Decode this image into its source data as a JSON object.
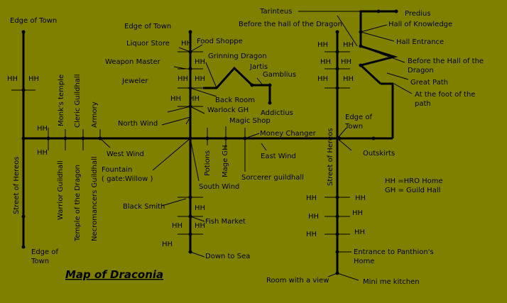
{
  "title": "Map of Draconia",
  "legend": {
    "hh": "HH =HRO Home",
    "gh": "GH = Guild Hall"
  },
  "labels": {
    "edge_of_town_nw": "Edge of Town",
    "edge_of_town_sw": "Edge of\nTown",
    "edge_of_town_center": "Edge of Town",
    "street_of_hereos_west": "Street of Hereos",
    "street_of_hereos_east": "Street of Hereos",
    "liquor_store": "Liquor Store",
    "food_shoppe": "Food Shoppe",
    "grinning_dragon": "Grinning Dragon",
    "weapon_master": "Weapon Master",
    "jartis": "Jartis",
    "gamblius": "Gamblius",
    "jeweler": "Jeweler",
    "back_room": "Back Room",
    "warlock_gh": "Warlock GH",
    "addictius": "Addictius",
    "magic_shop": "Magic Shop",
    "money_changer": "Money Changer",
    "north_wind": "North Wind",
    "monks_temple": "Monk's temple",
    "cleric_guildhall": "Cleric Guildhall",
    "armory": "Armory",
    "west_wind": "West Wind",
    "east_wind": "East Wind",
    "warrior_guildhall": "Warrior Guildhall",
    "temple_of_the_dragon": "Temple of the Dragon",
    "necromancers_guildhall": "Necromancers Guildhall",
    "potions": "Potions",
    "mage_gh": "Mage GH",
    "sorcerer_guildhall": "Sorcerer guildhall",
    "fountain": "Fountain\n( gate:Willow )",
    "south_wind": "South Wind",
    "black_smith": "Black Smith",
    "fish_market": "Fish Market",
    "down_to_sea": "Down to Sea",
    "tarinteus": "Tarinteus",
    "before_hall_dragon_top": "Before the hall of the Dragon",
    "predius": "Predius",
    "hall_of_knowledge": "Hall of Knowledge",
    "hall_entrance": "Hall Entrance",
    "before_hall_dragon_right": "Before the Hall of the\nDragon",
    "great_path": "Great Path",
    "foot_of_path": "At the foot of the\npath",
    "edge_of_town_east": "Edge of\nTown",
    "outskirts": "Outskirts",
    "entrance_panthion": "Entrance to Panthion's\nHome",
    "room_with_view": "Room with a view",
    "mini_me_kitchen": "Mini me kitchen"
  },
  "hh_label": "HH"
}
